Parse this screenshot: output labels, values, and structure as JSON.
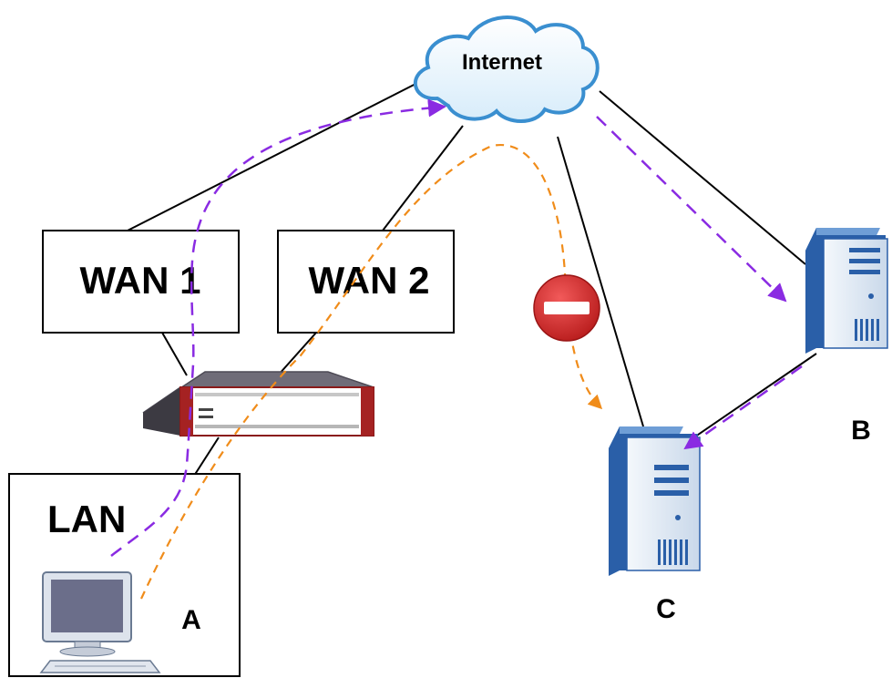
{
  "labels": {
    "internet": "Internet",
    "wan1": "WAN 1",
    "wan2": "WAN 2",
    "lan": "LAN",
    "host_a": "A",
    "server_b": "B",
    "server_c": "C"
  },
  "colors": {
    "allowed_path": "#8a2be2",
    "blocked_path": "#f08c1a",
    "block_sign": "#d42a2a",
    "cloud_outline": "#3a8fd0",
    "server_body": "#2a5fa8"
  },
  "icons": [
    "cloud-icon",
    "router-icon",
    "computer-icon",
    "server-icon",
    "no-entry-icon"
  ]
}
